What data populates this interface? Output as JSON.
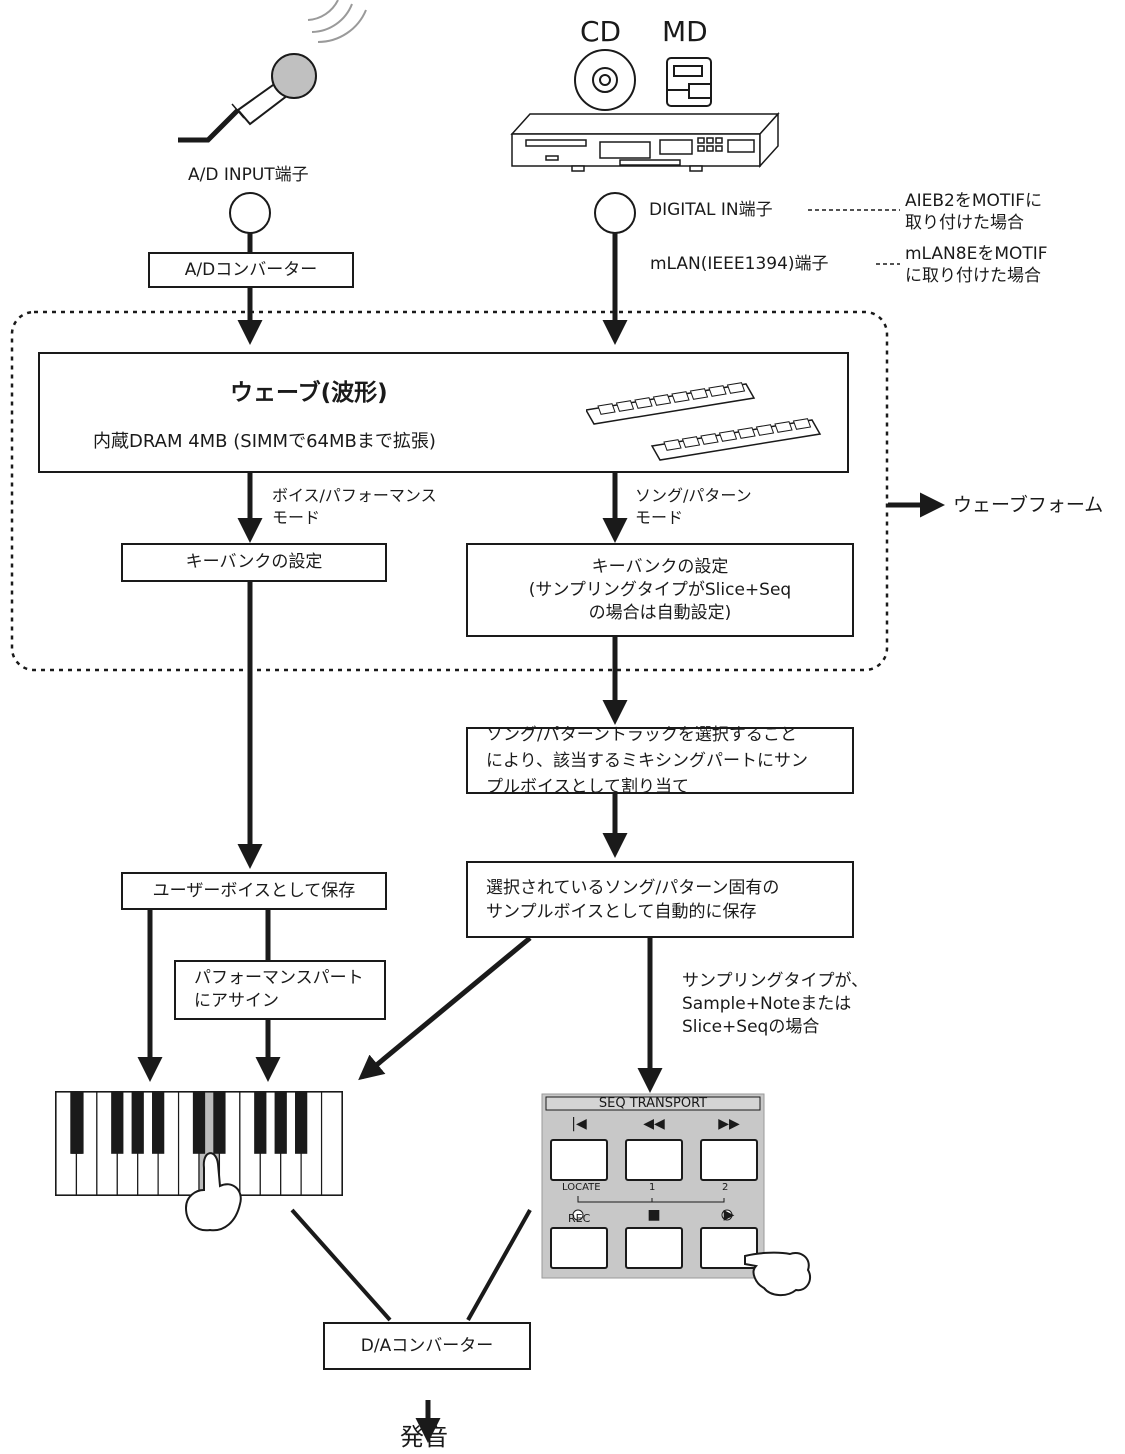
{
  "top": {
    "cd_label": "CD",
    "md_label": "MD",
    "ad_input_label": "A/D INPUT端子",
    "digital_in_label": "DIGITAL IN端子",
    "mlan_label": "mLAN(IEEE1394)端子",
    "aieb2_note": "AIEB2をMOTIFに\n取り付けた場合",
    "mlan8e_note": "mLAN8EをMOTIF\nに取り付けた場合"
  },
  "boxes": {
    "ad_converter": "A/Dコンバーター",
    "wave_title": "ウェーブ(波形)",
    "wave_sub": "内蔵DRAM 4MB (SIMMで64MBまで拡張)",
    "keybank_left": "キーバンクの設定",
    "keybank_right": "キーバンクの設定\n(サンプリングタイプがSlice+Seq\nの場合は自動設定)",
    "assign_track": "ソング/パターントラックを選択すること\nにより、該当するミキシングパートにサン\nプルボイスとして割り当て",
    "save_user_voice": "ユーザーボイスとして保存",
    "save_song_voice": "選択されているソング/パターン固有の\nサンプルボイスとして自動的に保存",
    "perf_part_assign": "パフォーマンスパート\nにアサイン",
    "da_converter": "D/Aコンバーター"
  },
  "labels": {
    "voice_perf_mode": "ボイス/パフォーマンス\nモード",
    "song_pattern_mode": "ソング/パターン\nモード",
    "waveform": "ウェーブフォーム",
    "sampling_type_note": "サンプリングタイプが、\nSample+Noteまたは\nSlice+Seqの場合",
    "output": "発音"
  },
  "transport": {
    "title": "SEQ  TRANSPORT",
    "locate": "LOCATE",
    "locate1": "1",
    "locate2": "2",
    "rec": "REC",
    "buttons": [
      {
        "name": "top-button-icon",
        "icon": "|◀"
      },
      {
        "name": "rewind-button-icon",
        "icon": "◀◀"
      },
      {
        "name": "forward-button-icon",
        "icon": "▶▶"
      },
      {
        "name": "rec-button-icon",
        "icon": ""
      },
      {
        "name": "stop-button-icon",
        "icon": "■"
      },
      {
        "name": "play-button-icon",
        "icon": "▶"
      }
    ]
  }
}
